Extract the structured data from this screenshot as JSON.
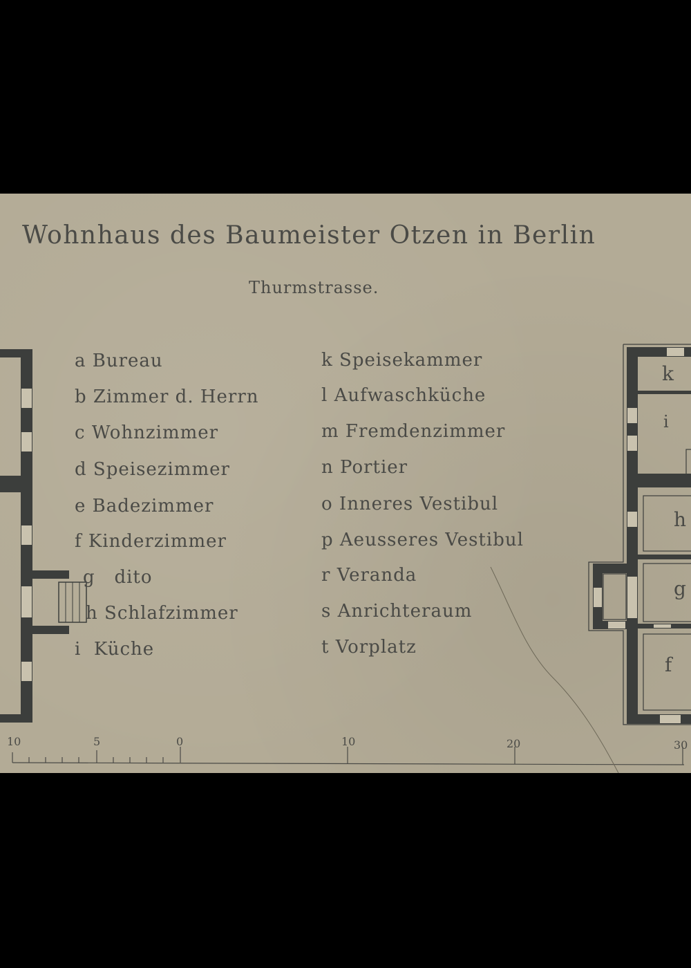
{
  "title": "Wohnhaus des Baumeister Otzen in Berlin",
  "subtitle": "Thurmstrasse.",
  "legend_left": [
    "a Bureau",
    "b Zimmer d. Herrn",
    "c Wohnzimmer",
    "d Speisezimmer",
    "e Badezimmer",
    "f Kinderzimmer",
    "g   dito",
    "h Schlafzimmer",
    "i  Küche"
  ],
  "legend_right": [
    "k Speisekammer",
    "l Aufwaschküche",
    "m Fremdenzimmer",
    "n Portier",
    "o Inneres Vestibul",
    "p Aeusseres Vestibul",
    "r Veranda",
    "s Anrichteraum",
    "t Vorplatz"
  ],
  "plan_room_labels": {
    "k": "k",
    "i": "i",
    "h": "h",
    "g": "g",
    "f": "f"
  },
  "scale_ticks": [
    "10",
    "5",
    "0",
    "10",
    "20",
    "30"
  ],
  "colors": {
    "paper": "#b3ab96",
    "ink": "#3c3e3c"
  }
}
